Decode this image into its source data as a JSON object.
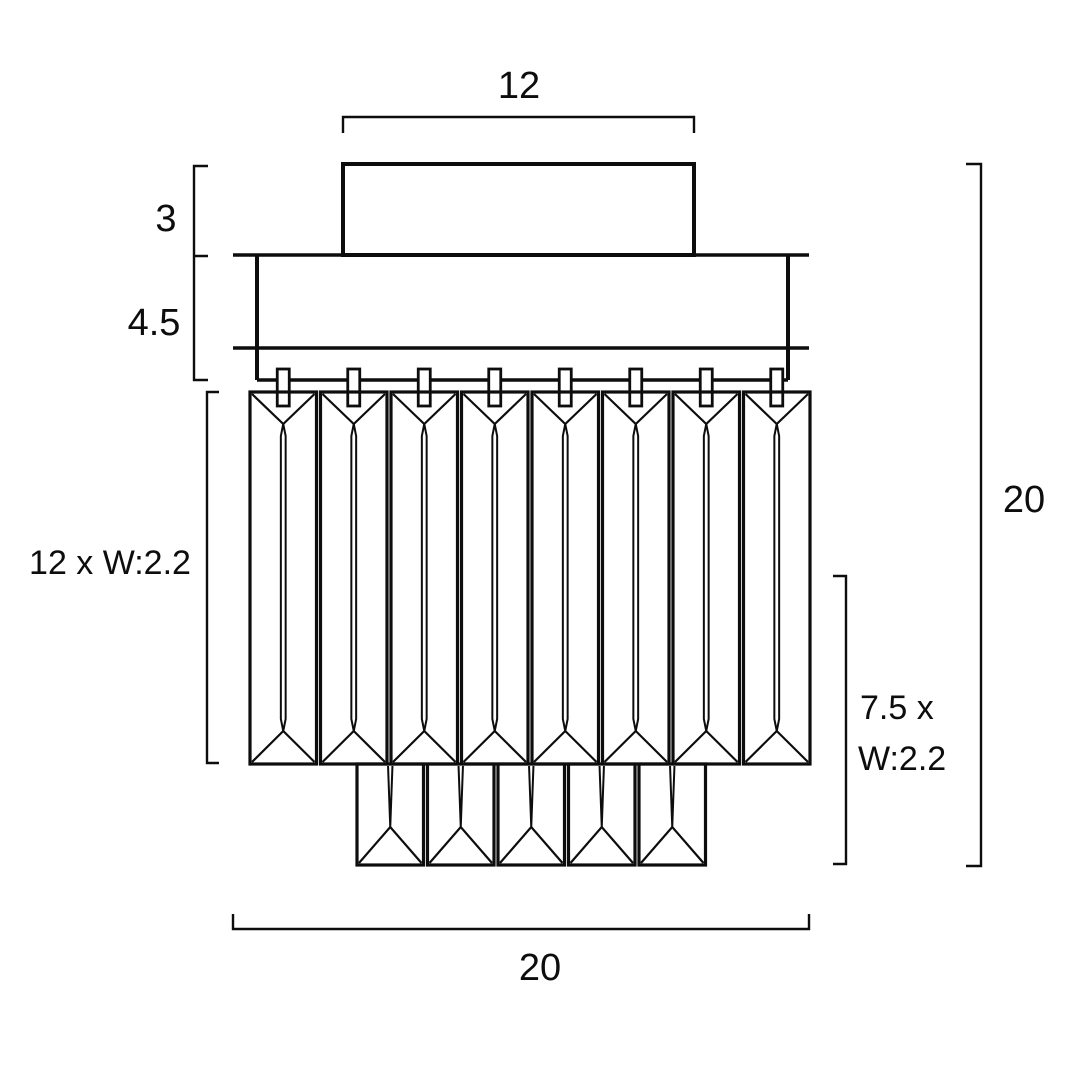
{
  "figure": {
    "kind": "technical-dimension-drawing",
    "subject": "two-tier crystal prism light fixture, front elevation",
    "background_color": "#ffffff",
    "line_color": "#0d0d0d",
    "labels": {
      "top_width": "12",
      "canopy_height": "3",
      "body_height": "4.5",
      "large_crystal_size": "12 x W:2.2",
      "small_crystal_size_line1": "7.5 x",
      "small_crystal_size_line2": "W:2.2",
      "overall_height": "20",
      "overall_width": "20"
    },
    "dimensions": {
      "top_width": 12,
      "canopy_height": 3,
      "body_height": 4.5,
      "large_crystal_length": 12,
      "small_crystal_length": 7.5,
      "crystal_width": 2.2,
      "overall_height": 20,
      "overall_width": 20
    },
    "structure": {
      "large_crystal_count": 8,
      "small_crystal_count": 5,
      "hanger_count": 8
    }
  }
}
